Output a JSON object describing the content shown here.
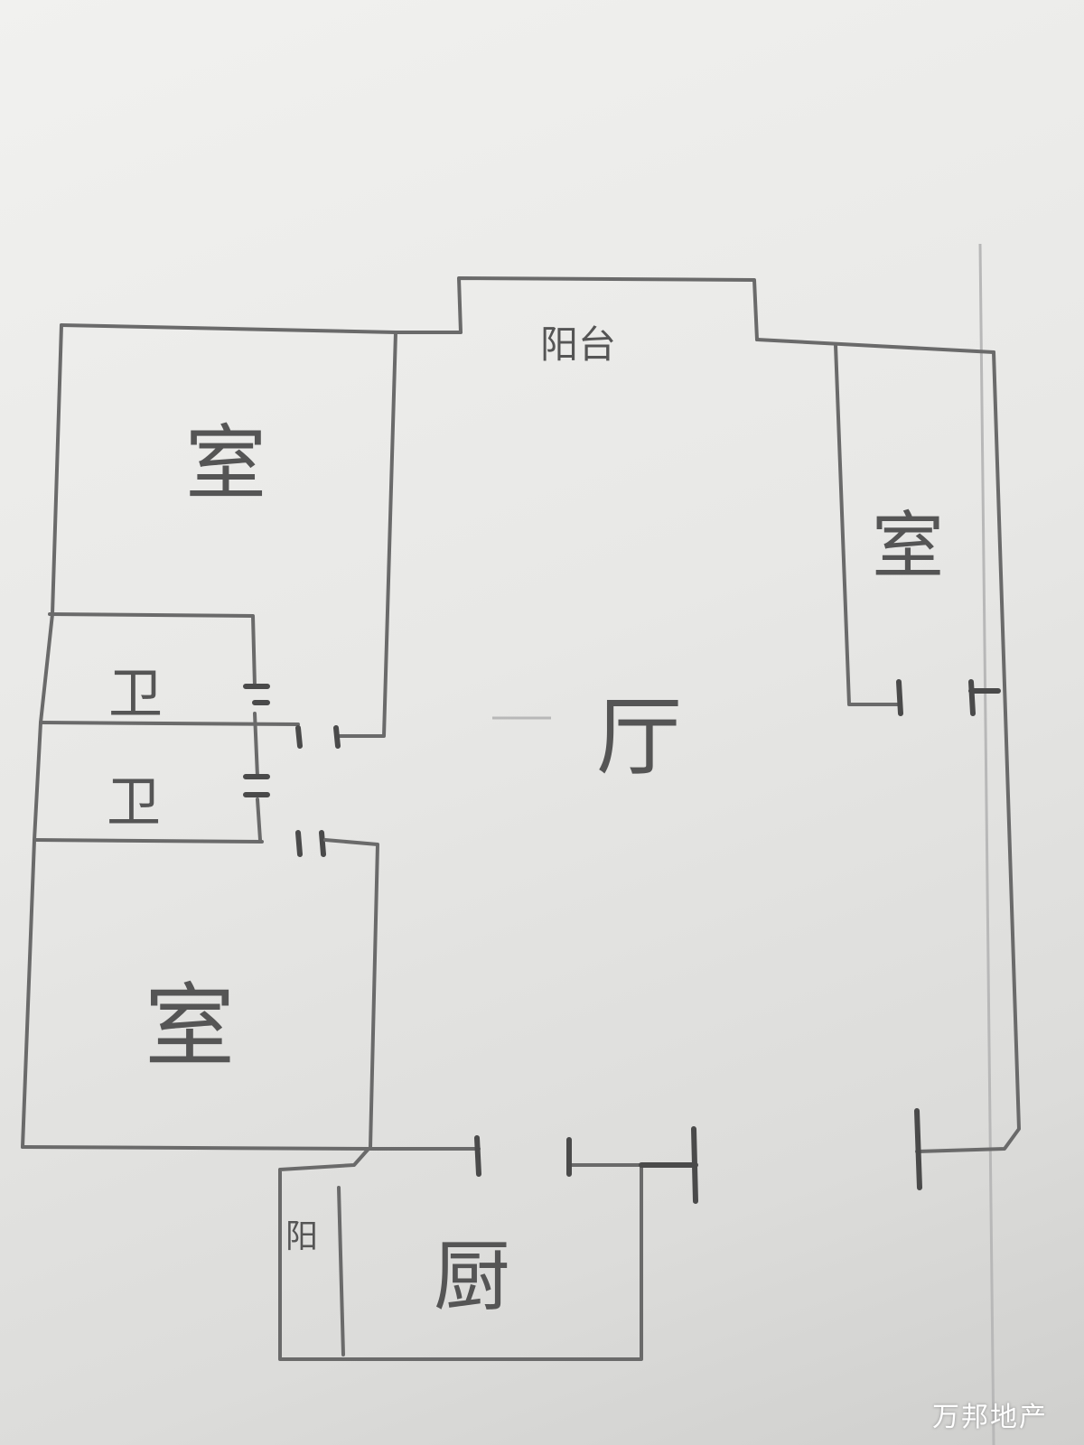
{
  "rooms": {
    "balcony_top": "阳台",
    "bedroom_top_left": "室",
    "bedroom_right": "室",
    "bathroom_1": "卫",
    "bathroom_2": "卫",
    "living_room": "厅",
    "bedroom_bottom_left": "室",
    "kitchen": "厨",
    "balcony_kitchen": "阳"
  },
  "watermark": "万邦地产"
}
